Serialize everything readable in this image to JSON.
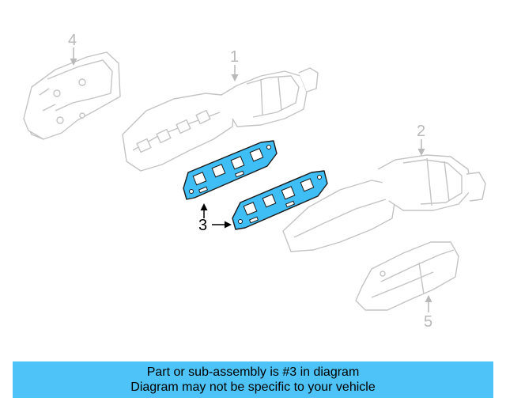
{
  "diagram": {
    "callouts": {
      "c1": "1",
      "c2": "2",
      "c3": "3",
      "c4": "4",
      "c5": "5"
    },
    "colors": {
      "highlight": "#3fbef5",
      "part_outline": "#c4c4c4",
      "gasket_outline": "#1a1a1a"
    }
  },
  "banner": {
    "line1": "Part or sub-assembly is #3 in diagram",
    "line2": "Diagram may not be specific to your vehicle",
    "background": "#4ec3f7"
  }
}
